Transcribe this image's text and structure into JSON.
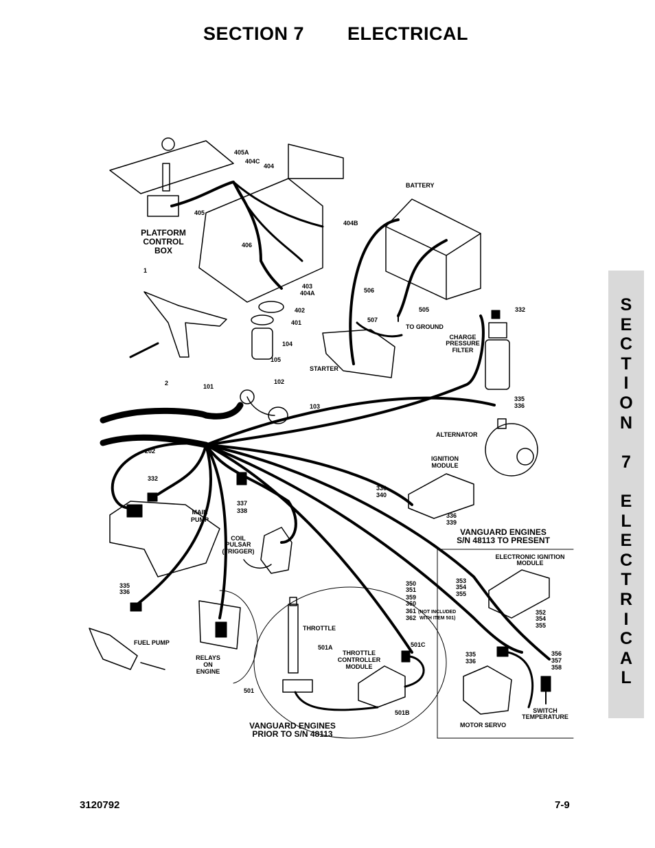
{
  "header": {
    "section": "SECTION 7",
    "title": "ELECTRICAL"
  },
  "side_tab": {
    "letters": [
      "S",
      "E",
      "C",
      "T",
      "I",
      "O",
      "N",
      "",
      "7",
      "",
      "E",
      "L",
      "E",
      "C",
      "T",
      "R",
      "I",
      "C",
      "A",
      "L"
    ]
  },
  "footer": {
    "doc_number": "3120792",
    "page": "7-9"
  },
  "labels": {
    "l405a": "405A",
    "l404c": "404C",
    "l404": "404",
    "l405": "405",
    "l404b": "404B",
    "l406": "406",
    "l403": "403",
    "l404a": "404A",
    "pcb1": "PLATFORM",
    "pcb2": "CONTROL",
    "pcb3": "BOX",
    "l1": "1",
    "l2": "2",
    "l402": "402",
    "l401": "401",
    "l104": "104",
    "l105": "105",
    "l102": "102",
    "l103": "103",
    "l101": "101",
    "l202": "202",
    "battery": "BATTERY",
    "l506": "506",
    "l505": "505",
    "l507": "507",
    "to_ground": "TO GROUND",
    "starter": "STARTER",
    "l332a": "332",
    "cpf1": "CHARGE",
    "cpf2": "PRESSURE",
    "cpf3": "FILTER",
    "l335a": "335",
    "l336a": "336",
    "alternator": "ALTERNATOR",
    "ign1": "IGNITION",
    "ign2": "MODULE",
    "l336b": "336",
    "l340": "340",
    "l336c": "336",
    "l339": "339",
    "van1": "VANGUARD ENGINES",
    "van2": "S/N 48113 TO PRESENT",
    "eim1": "ELECTRONIC IGNITION",
    "eim2": "MODULE",
    "l353": "353",
    "l354a": "354",
    "l355a": "355",
    "l352": "352",
    "l354b": "354",
    "l355b": "355",
    "l332b": "332",
    "mp1": "MAIN",
    "mp2": "PUMP",
    "l337": "337",
    "l338": "338",
    "coil1": "COIL",
    "coil2": "PULSAR",
    "coil3": "(TRIGGER)",
    "l335b": "335",
    "l336d": "336",
    "fuel_pump": "FUEL PUMP",
    "rel1": "RELAYS",
    "rel2": "ON",
    "rel3": "ENGINE",
    "l350": "350",
    "l351": "351",
    "l359": "359",
    "l360": "360",
    "l361": "361",
    "l362": "362",
    "not1": "(NOT INCLUDED",
    "not2": "WITH ITEM 501)",
    "throttle": "THROTTLE",
    "l501a": "501A",
    "tcm1": "THROTTLE",
    "tcm2": "CONTROLLER",
    "tcm3": "MODULE",
    "l501c": "501C",
    "l501": "501",
    "l501b": "501B",
    "prior1": "VANGUARD ENGINES",
    "prior2": "PRIOR TO S/N 48113",
    "l335c": "335",
    "l336e": "336",
    "l356": "356",
    "l357": "357",
    "l358": "358",
    "sw1": "SWITCH",
    "sw2": "TEMPERATURE",
    "motor_servo": "MOTOR SERVO"
  }
}
